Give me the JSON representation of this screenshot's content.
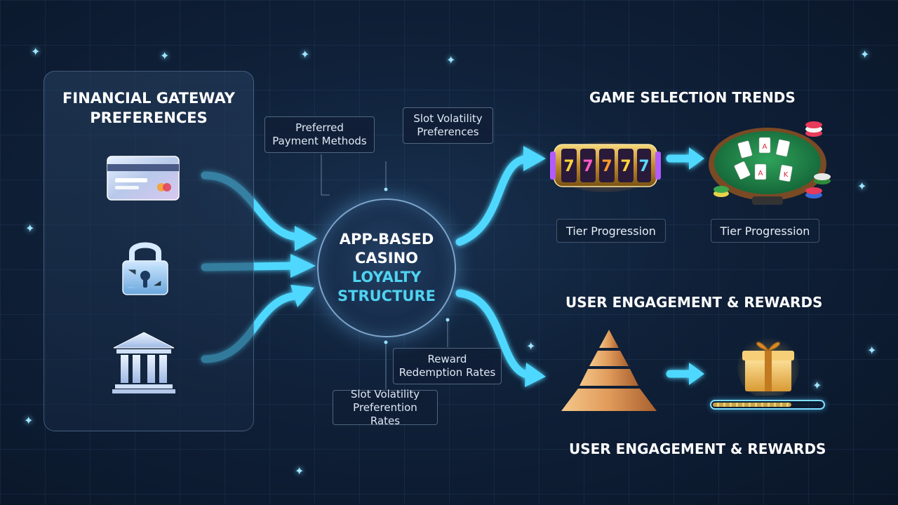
{
  "left_panel": {
    "title_line1": "FINANCIAL GATEWAY",
    "title_line2": "PREFERENCES",
    "icons": [
      "credit-card-icon",
      "lock-icon",
      "bank-icon"
    ]
  },
  "callouts": {
    "preferred_payment_line1": "Preferred",
    "preferred_payment_line2": "Payment Methods",
    "slot_volatility_top_line1": "Slot Volatility",
    "slot_volatility_top_line2": "Preferences",
    "reward_redemption_line1": "Reward",
    "reward_redemption_line2": "Redemption Rates",
    "slot_volatility_bottom_line1": "Slot Volatility",
    "slot_volatility_bottom_line2": "Preferention Rates"
  },
  "hub": {
    "line1": "APP-BASED",
    "line2": "CASINO",
    "line3": "LOYALTY",
    "line4": "STRUCTURE"
  },
  "right": {
    "game_heading": "GAME SELECTION TRENDS",
    "tier_label_1": "Tier Progression",
    "tier_label_2": "Tier Progression",
    "engagement_heading_top": "USER ENGAGEMENT & REWARDS",
    "engagement_heading_bottom": "USER ENGAGEMENT & REWARDS",
    "reward_progress": 0.72,
    "icons": [
      "slot-machine-icon",
      "poker-table-icon",
      "pyramid-icon",
      "gift-box-icon"
    ]
  },
  "colors": {
    "arrow": "#4fd8ff",
    "hub_accent": "#4fd3f0",
    "gold": "#d8a948"
  }
}
